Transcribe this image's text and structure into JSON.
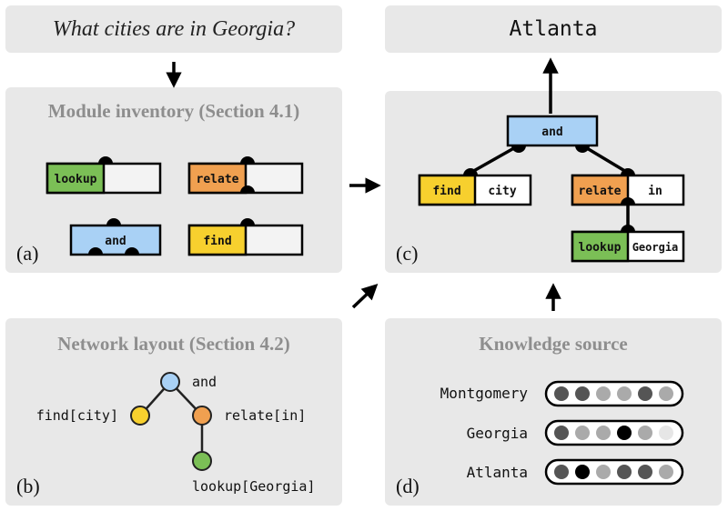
{
  "question": "What cities are in Georgia?",
  "answer": "Atlanta",
  "panel_a": {
    "title": "Module inventory (Section 4.1)",
    "label": "(a)",
    "modules": {
      "lookup": "lookup",
      "relate": "relate",
      "and": "and",
      "find": "find"
    }
  },
  "panel_b": {
    "title": "Network layout (Section 4.2)",
    "label": "(b)",
    "nodes": {
      "and": "and",
      "find": "find[city]",
      "relate": "relate[in]",
      "lookup": "lookup[Georgia]"
    }
  },
  "panel_c": {
    "label": "(c)",
    "and": "and",
    "find": "find",
    "find_arg": "city",
    "relate": "relate",
    "relate_arg": "in",
    "lookup": "lookup",
    "lookup_arg": "Georgia"
  },
  "panel_d": {
    "title": "Knowledge source",
    "label": "(d)",
    "entities": [
      "Montgomery",
      "Georgia",
      "Atlanta"
    ]
  },
  "colors": {
    "lookup": "#7bbf56",
    "relate": "#f0a050",
    "and": "#a9d1f5",
    "find": "#f7d02e",
    "panel": "#e8e8e8"
  }
}
